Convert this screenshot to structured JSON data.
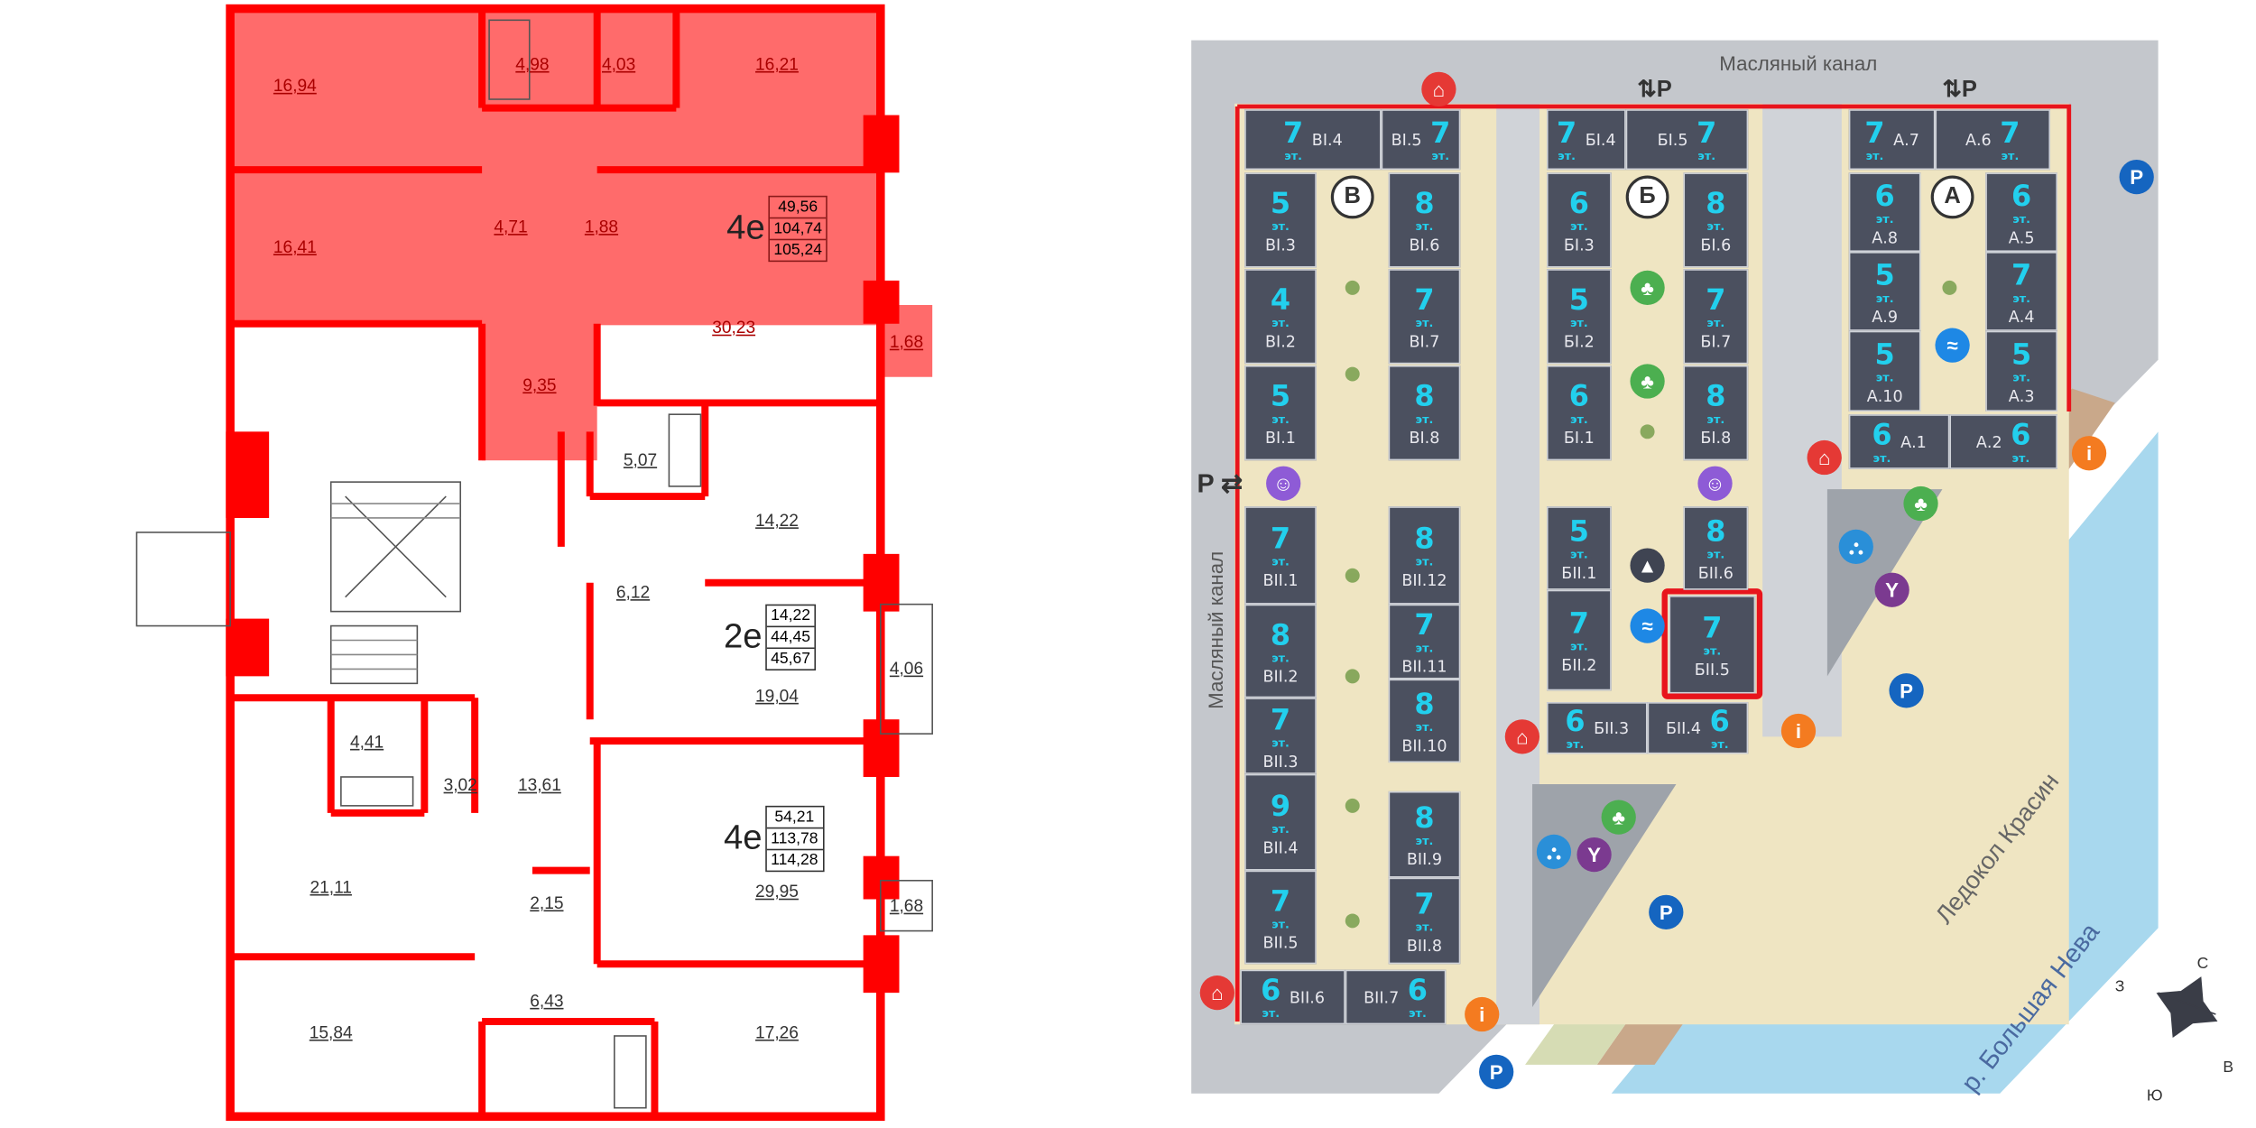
{
  "floor_plan": {
    "selected_color": "#ff6b6b",
    "wall_color": "#ff0000",
    "rooms": [
      {
        "area": "16,94",
        "selected": true
      },
      {
        "area": "4,98",
        "selected": true
      },
      {
        "area": "4,03",
        "selected": true
      },
      {
        "area": "16,21",
        "selected": true
      },
      {
        "area": "16,41",
        "selected": true
      },
      {
        "area": "4,71",
        "selected": true
      },
      {
        "area": "1,88",
        "selected": true
      },
      {
        "area": "30,23",
        "selected": true
      },
      {
        "area": "9,35",
        "selected": true
      },
      {
        "area": "1,68",
        "selected": true
      },
      {
        "area": "5,07",
        "selected": false
      },
      {
        "area": "14,22",
        "selected": false
      },
      {
        "area": "6,12",
        "selected": false
      },
      {
        "area": "4,06",
        "selected": false
      },
      {
        "area": "19,04",
        "selected": false
      },
      {
        "area": "4,41",
        "selected": false
      },
      {
        "area": "3,02",
        "selected": false
      },
      {
        "area": "13,61",
        "selected": false
      },
      {
        "area": "29,95",
        "selected": false
      },
      {
        "area": "21,11",
        "selected": false
      },
      {
        "area": "2,15",
        "selected": false
      },
      {
        "area": "15,84",
        "selected": false
      },
      {
        "area": "6,43",
        "selected": false
      },
      {
        "area": "17,26",
        "selected": false
      },
      {
        "area": "1,68",
        "selected": false
      }
    ],
    "apartments": [
      {
        "code": "4е",
        "values": [
          "49,56",
          "104,74",
          "105,24"
        ],
        "selected": true
      },
      {
        "code": "2е",
        "values": [
          "14,22",
          "44,45",
          "45,67"
        ],
        "selected": false
      },
      {
        "code": "4е",
        "values": [
          "54,21",
          "113,78",
          "114,28"
        ],
        "selected": false
      }
    ]
  },
  "site_map": {
    "canal_top": "Масляный канал",
    "canal_left": "Масляный канал",
    "icebreaker": "Ледокол Красин",
    "river": "р. Большая Нева",
    "parking_label": "P",
    "floor_suffix": "эт.",
    "sections": [
      "В",
      "Б",
      "А"
    ],
    "highlight_color": "#e8141c",
    "buildings": [
      {
        "floors": "7",
        "label": "BI.4"
      },
      {
        "floors": "7",
        "label": "BI.5"
      },
      {
        "floors": "5",
        "label": "BI.3"
      },
      {
        "floors": "4",
        "label": "BI.2"
      },
      {
        "floors": "5",
        "label": "BI.1"
      },
      {
        "floors": "8",
        "label": "BI.6"
      },
      {
        "floors": "7",
        "label": "BI.7"
      },
      {
        "floors": "8",
        "label": "BI.8"
      },
      {
        "floors": "7",
        "label": "BII.1"
      },
      {
        "floors": "8",
        "label": "BII.2"
      },
      {
        "floors": "7",
        "label": "BII.3"
      },
      {
        "floors": "9",
        "label": "BII.4"
      },
      {
        "floors": "7",
        "label": "BII.5"
      },
      {
        "floors": "8",
        "label": "BII.12"
      },
      {
        "floors": "7",
        "label": "BII.11"
      },
      {
        "floors": "8",
        "label": "BII.10"
      },
      {
        "floors": "8",
        "label": "BII.9"
      },
      {
        "floors": "7",
        "label": "BII.8"
      },
      {
        "floors": "6",
        "label": "BII.6"
      },
      {
        "floors": "6",
        "label": "BII.7"
      },
      {
        "floors": "7",
        "label": "БI.4"
      },
      {
        "floors": "7",
        "label": "БI.5"
      },
      {
        "floors": "6",
        "label": "БI.3"
      },
      {
        "floors": "5",
        "label": "БI.2"
      },
      {
        "floors": "6",
        "label": "БI.1"
      },
      {
        "floors": "8",
        "label": "БI.6"
      },
      {
        "floors": "7",
        "label": "БI.7"
      },
      {
        "floors": "8",
        "label": "БI.8"
      },
      {
        "floors": "5",
        "label": "БII.1"
      },
      {
        "floors": "7",
        "label": "БII.2"
      },
      {
        "floors": "8",
        "label": "БII.6"
      },
      {
        "floors": "7",
        "label": "БII.5",
        "selected": true
      },
      {
        "floors": "6",
        "label": "БII.3"
      },
      {
        "floors": "6",
        "label": "БII.4"
      },
      {
        "floors": "7",
        "label": "А.7"
      },
      {
        "floors": "7",
        "label": "А.6"
      },
      {
        "floors": "6",
        "label": "А.8"
      },
      {
        "floors": "5",
        "label": "А.9"
      },
      {
        "floors": "5",
        "label": "А.10"
      },
      {
        "floors": "6",
        "label": "А.5"
      },
      {
        "floors": "7",
        "label": "А.4"
      },
      {
        "floors": "5",
        "label": "А.3"
      },
      {
        "floors": "6",
        "label": "А.1"
      },
      {
        "floors": "6",
        "label": "А.2"
      }
    ],
    "compass": {
      "n": "С",
      "s": "Ю",
      "e": "В",
      "w": "З"
    },
    "icons": {
      "restaurant": "#e53935",
      "info": "#f47b20",
      "yoga": "#8e5bd6",
      "park": "#4caf50",
      "pool": "#1e88e5",
      "parking": "#1565c0"
    }
  }
}
